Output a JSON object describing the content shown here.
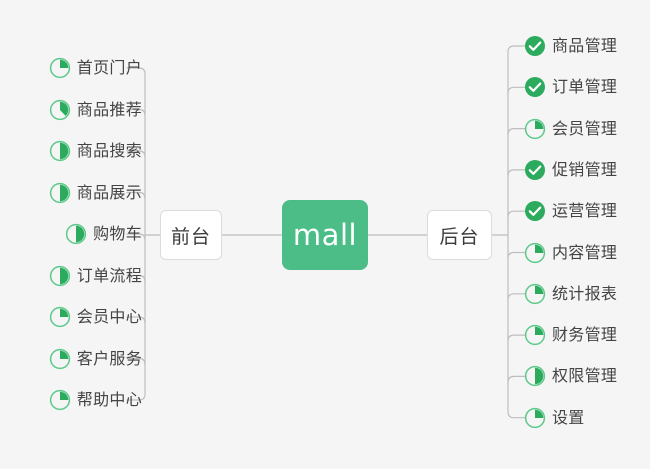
{
  "diagram": {
    "title": "mall",
    "root": {
      "label": "mall",
      "color": "#4cbd87"
    },
    "branches": [
      {
        "id": "frontend",
        "label": "前台",
        "side": "left"
      },
      {
        "id": "backend",
        "label": "后台",
        "side": "right"
      }
    ],
    "legend": {
      "done_icon": "check-circle-icon",
      "progress_icon": "pie-progress-icon",
      "accent_color": "#2cab5e",
      "outline_color": "#5cc98a",
      "background_color": "#f5f5f5",
      "text_color": "#444444"
    },
    "left_items": [
      {
        "label": "首页门户",
        "status": "progress",
        "percent": 25,
        "icon": "pie-progress-icon"
      },
      {
        "label": "商品推荐",
        "status": "progress",
        "percent": 38,
        "icon": "pie-progress-icon"
      },
      {
        "label": "商品搜索",
        "status": "progress",
        "percent": 50,
        "icon": "pie-progress-icon"
      },
      {
        "label": "商品展示",
        "status": "progress",
        "percent": 50,
        "icon": "pie-progress-icon"
      },
      {
        "label": "购物车",
        "status": "progress",
        "percent": 50,
        "icon": "pie-progress-icon"
      },
      {
        "label": "订单流程",
        "status": "progress",
        "percent": 50,
        "icon": "pie-progress-icon"
      },
      {
        "label": "会员中心",
        "status": "progress",
        "percent": 25,
        "icon": "pie-progress-icon"
      },
      {
        "label": "客户服务",
        "status": "progress",
        "percent": 25,
        "icon": "pie-progress-icon"
      },
      {
        "label": "帮助中心",
        "status": "progress",
        "percent": 25,
        "icon": "pie-progress-icon"
      }
    ],
    "right_items": [
      {
        "label": "商品管理",
        "status": "done",
        "percent": 100,
        "icon": "check-circle-icon"
      },
      {
        "label": "订单管理",
        "status": "done",
        "percent": 100,
        "icon": "check-circle-icon"
      },
      {
        "label": "会员管理",
        "status": "progress",
        "percent": 25,
        "icon": "pie-progress-icon"
      },
      {
        "label": "促销管理",
        "status": "done",
        "percent": 100,
        "icon": "check-circle-icon"
      },
      {
        "label": "运营管理",
        "status": "done",
        "percent": 100,
        "icon": "check-circle-icon"
      },
      {
        "label": "内容管理",
        "status": "progress",
        "percent": 25,
        "icon": "pie-progress-icon"
      },
      {
        "label": "统计报表",
        "status": "progress",
        "percent": 25,
        "icon": "pie-progress-icon"
      },
      {
        "label": "财务管理",
        "status": "progress",
        "percent": 25,
        "icon": "pie-progress-icon"
      },
      {
        "label": "权限管理",
        "status": "progress",
        "percent": 50,
        "icon": "pie-progress-icon"
      },
      {
        "label": "设置",
        "status": "progress",
        "percent": 25,
        "icon": "pie-progress-icon"
      }
    ]
  }
}
